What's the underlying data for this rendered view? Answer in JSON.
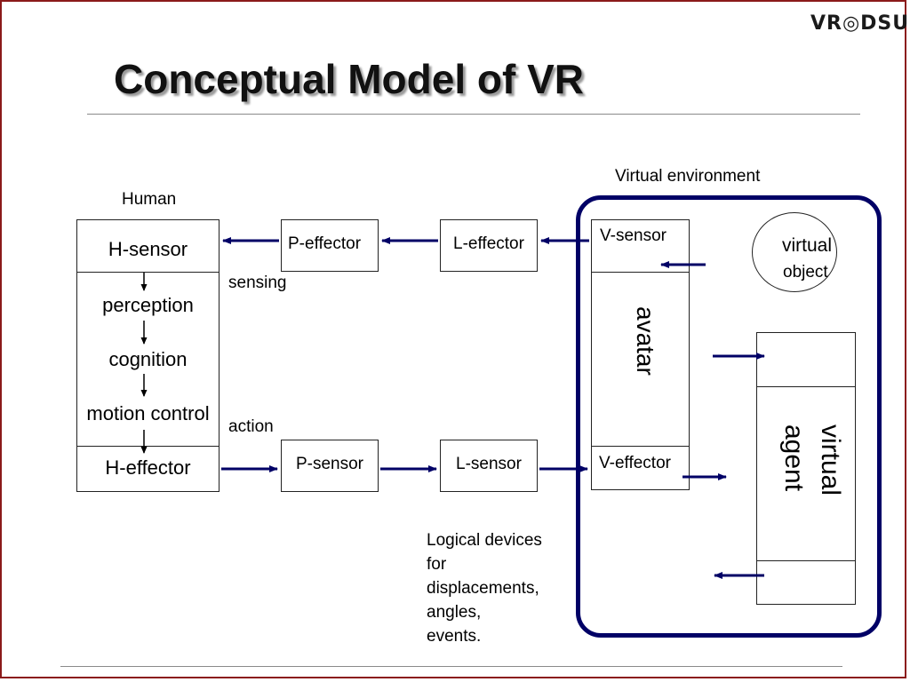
{
  "logo": "VR◎DSU",
  "title": "Conceptual Model of VR",
  "human": {
    "label": "Human",
    "h_sensor": "H-sensor",
    "perception": "perception",
    "cognition": "cognition",
    "motion_control": "motion control",
    "h_effector": "H-effector"
  },
  "devices": {
    "p_effector": "P-effector",
    "l_effector": "L-effector",
    "p_sensor": "P-sensor",
    "l_sensor": "L-sensor",
    "sensing": "sensing",
    "action": "action"
  },
  "virtual_environment": {
    "label": "Virtual environment",
    "v_sensor": "V-sensor",
    "avatar": "avatar",
    "v_effector": "V-effector",
    "virtual_object_1": "virtual",
    "virtual_object_2": "object",
    "virtual_agent_1": "virtual",
    "virtual_agent_2": "agent"
  },
  "logical_devices_note": [
    "Logical devices",
    "for",
    "displacements,",
    "angles,",
    "events."
  ],
  "colors": {
    "arrow": "#000066",
    "frame": "#8b1a1a"
  }
}
